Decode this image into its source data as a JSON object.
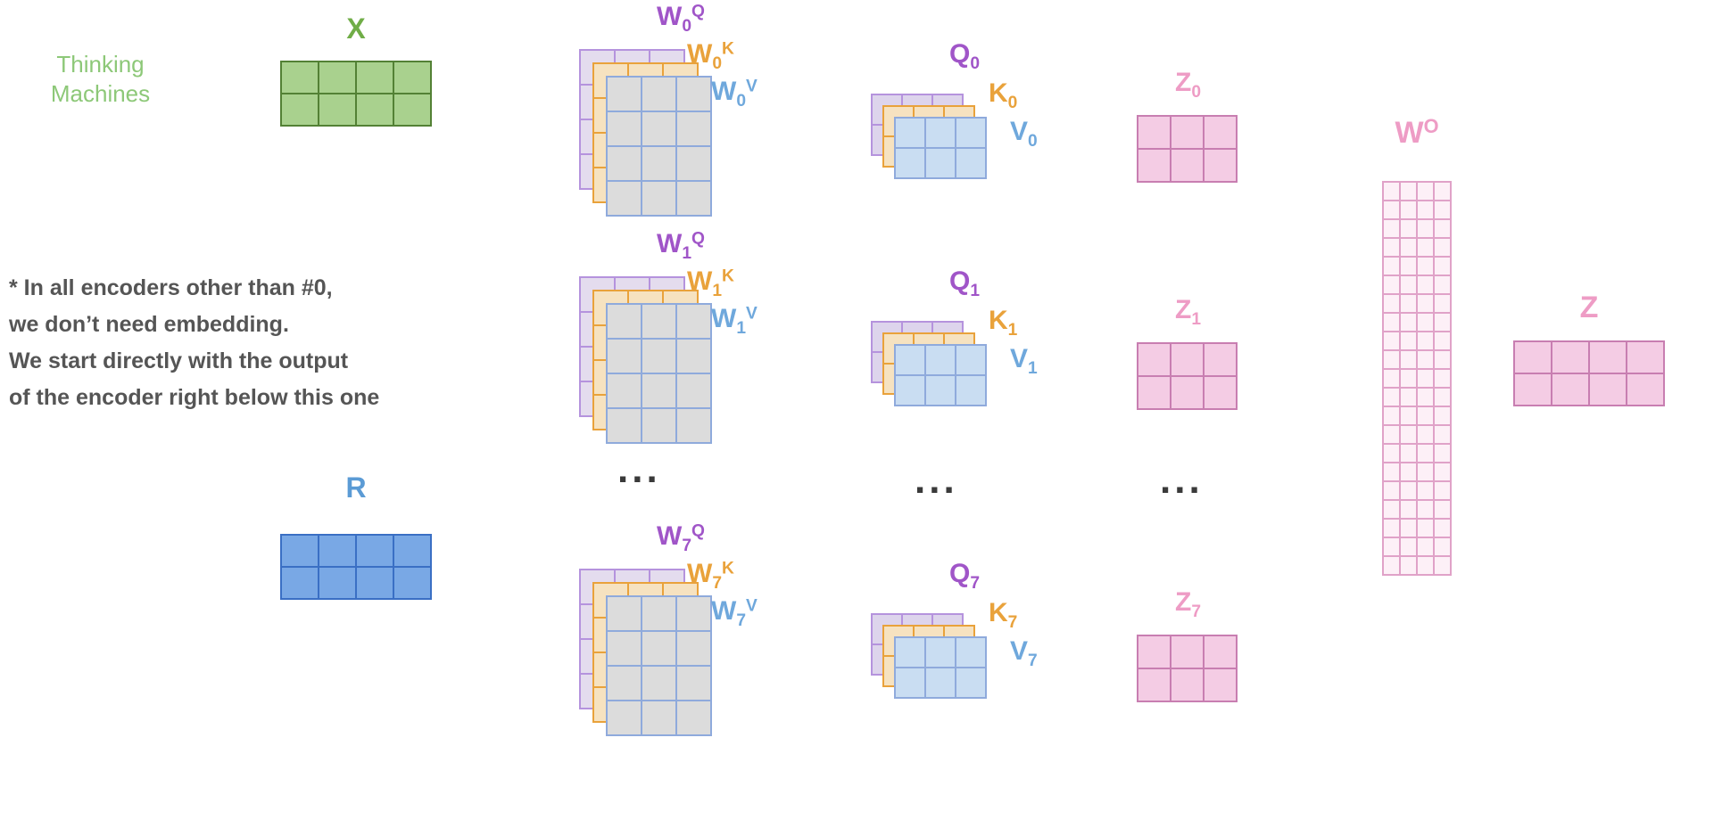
{
  "branding": {
    "line1": "Thinking",
    "line2": "Machines"
  },
  "note": {
    "line1": "* In all encoders other than #0,",
    "line2": "we don’t need embedding.",
    "line3": "We start directly with the output",
    "line4": "of the encoder right below this one"
  },
  "ellipsis": "...",
  "matrices": {
    "x_label": "X",
    "r_label": "R",
    "wo_label": {
      "base": "W",
      "sup": "O"
    },
    "z_label": "Z"
  },
  "heads": [
    {
      "id": "0",
      "wq": {
        "base": "W",
        "sub": "0",
        "sup": "Q"
      },
      "wk": {
        "base": "W",
        "sub": "0",
        "sup": "K"
      },
      "wv": {
        "base": "W",
        "sub": "0",
        "sup": "V"
      },
      "q": {
        "base": "Q",
        "sub": "0"
      },
      "k": {
        "base": "K",
        "sub": "0"
      },
      "v": {
        "base": "V",
        "sub": "0"
      },
      "z": {
        "base": "Z",
        "sub": "0"
      }
    },
    {
      "id": "1",
      "wq": {
        "base": "W",
        "sub": "1",
        "sup": "Q"
      },
      "wk": {
        "base": "W",
        "sub": "1",
        "sup": "K"
      },
      "wv": {
        "base": "W",
        "sub": "1",
        "sup": "V"
      },
      "q": {
        "base": "Q",
        "sub": "1"
      },
      "k": {
        "base": "K",
        "sub": "1"
      },
      "v": {
        "base": "V",
        "sub": "1"
      },
      "z": {
        "base": "Z",
        "sub": "1"
      }
    },
    {
      "id": "7",
      "wq": {
        "base": "W",
        "sub": "7",
        "sup": "Q"
      },
      "wk": {
        "base": "W",
        "sub": "7",
        "sup": "K"
      },
      "wv": {
        "base": "W",
        "sub": "7",
        "sup": "V"
      },
      "q": {
        "base": "Q",
        "sub": "7"
      },
      "k": {
        "base": "K",
        "sub": "7"
      },
      "v": {
        "base": "V",
        "sub": "7"
      },
      "z": {
        "base": "Z",
        "sub": "7"
      }
    }
  ],
  "grids": {
    "x": {
      "cols": 4,
      "rows": 2,
      "fill": "#a9d18e",
      "border": "#538135"
    },
    "r": {
      "cols": 4,
      "rows": 2,
      "fill": "#79a8e5",
      "border": "#3a6fc4"
    },
    "w_q": {
      "cols": 3,
      "rows": 4,
      "fill": "#e4dcee",
      "border": "#b593dd"
    },
    "w_k": {
      "cols": 3,
      "rows": 4,
      "fill": "#f6e2c0",
      "border": "#e9a23b"
    },
    "w_v": {
      "cols": 3,
      "rows": 4,
      "fill": "#dcdcdc",
      "border": "#8faadc"
    },
    "q": {
      "cols": 3,
      "rows": 2,
      "fill": "#ddd4ec",
      "border": "#b593dd"
    },
    "k": {
      "cols": 3,
      "rows": 2,
      "fill": "#f6e2c0",
      "border": "#e9a23b"
    },
    "v": {
      "cols": 3,
      "rows": 2,
      "fill": "#c9ddf2",
      "border": "#8faadc"
    },
    "z": {
      "cols": 3,
      "rows": 2,
      "fill": "#f4cce4",
      "border": "#c87eb1"
    },
    "wo": {
      "cols": 4,
      "rows": 21,
      "fill": "#fdf0f7",
      "border": "#e0a2c8"
    },
    "z_final": {
      "cols": 4,
      "rows": 2,
      "fill": "#f4cce4",
      "border": "#c87eb1"
    }
  },
  "colors": {
    "x_label": "#70ad47",
    "branding": "#8dc878",
    "r_label": "#5b9bd5",
    "purple_label": "#a055c8",
    "orange_label": "#e9a23b",
    "blue_label": "#6fa8dc",
    "pink_label": "#ee9cc5",
    "note_text": "#555555",
    "ellipsis": "#3a3a3a"
  }
}
